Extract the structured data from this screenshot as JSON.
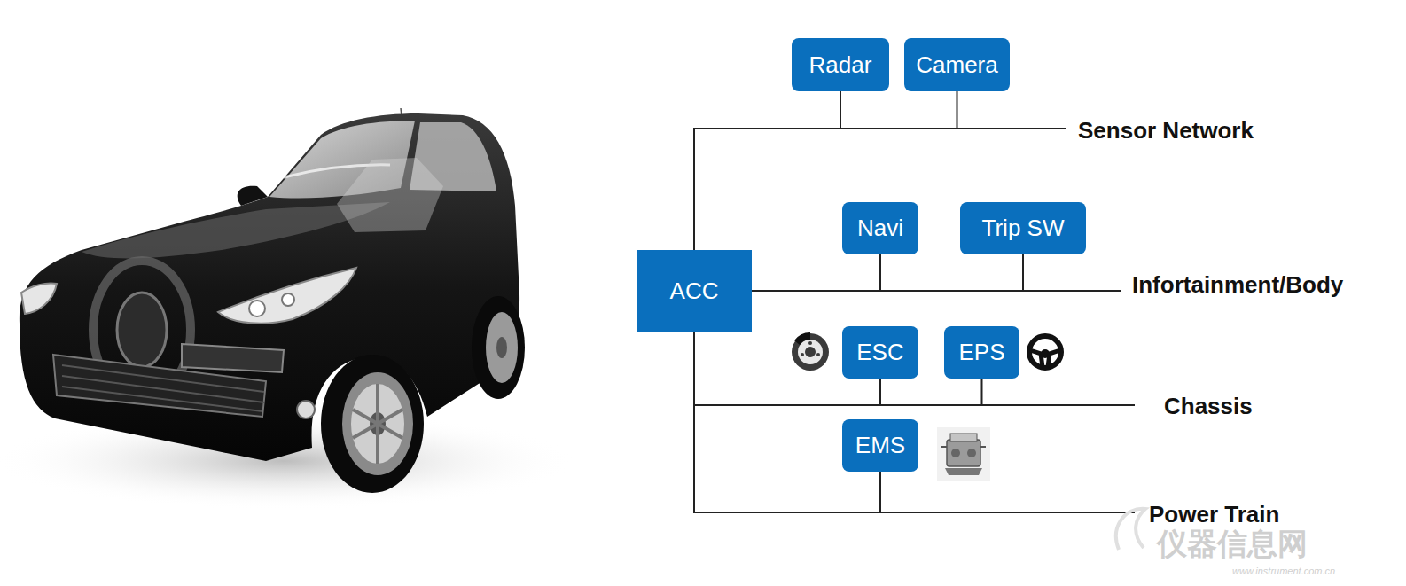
{
  "diagram": {
    "nodes": [
      {
        "text": [
          "Radar"
        ]
      },
      {
        "text": [
          "Camera"
        ]
      },
      {
        "text": [
          "Navi"
        ]
      },
      {
        "text": [
          "Trip SW"
        ]
      },
      {
        "text": [
          "ACC"
        ]
      },
      {
        "text": [
          "ESC"
        ]
      },
      {
        "text": [
          "EPS"
        ]
      },
      {
        "text": [
          "EMS"
        ]
      }
    ],
    "edges": [
      {
        "from": 4,
        "to": 0,
        "arrow": "none"
      },
      {
        "from": 4,
        "to": 1,
        "arrow": "none"
      },
      {
        "from": 4,
        "to": 2,
        "arrow": "none"
      },
      {
        "from": 4,
        "to": 3,
        "arrow": "none"
      },
      {
        "from": 4,
        "to": 5,
        "arrow": "none"
      },
      {
        "from": 4,
        "to": 6,
        "arrow": "none"
      },
      {
        "from": 4,
        "to": 7,
        "arrow": "none"
      }
    ],
    "labels": [
      "Sensor Network",
      "Infortainment/Body",
      "Chassis",
      "Power Train",
      "仪器信息网",
      "www.instrument.com.cn"
    ]
  }
}
